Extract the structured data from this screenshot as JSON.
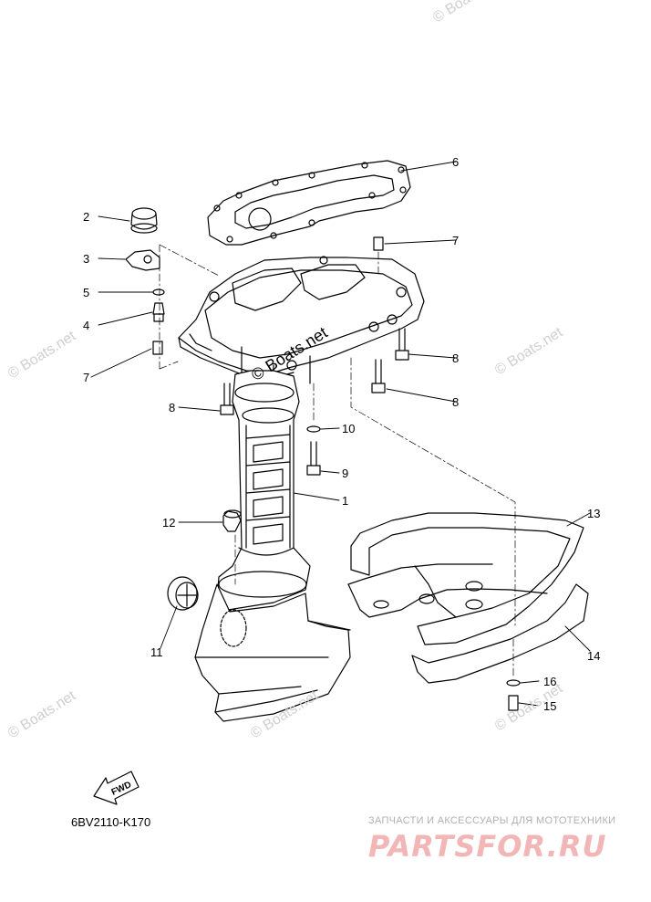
{
  "callouts": {
    "c1": "1",
    "c2": "2",
    "c3": "3",
    "c4": "4",
    "c5": "5",
    "c6": "6",
    "c7a": "7",
    "c7b": "7",
    "c8a": "8",
    "c8b": "8",
    "c8c": "8",
    "c9": "9",
    "c10": "10",
    "c11": "11",
    "c12": "12",
    "c13": "13",
    "c14": "14",
    "c15": "15",
    "c16": "16"
  },
  "diagram_code": "6BV2110-K170",
  "fwd_label": "FWD",
  "watermark": "© Boats.net",
  "shop": {
    "tagline": "ЗАПЧАСТИ И АКСЕССУАРЫ ДЛЯ МОТОТЕХНИКИ",
    "logo": "PARTSFOR.RU"
  },
  "colors": {
    "line": "#000000",
    "watermark": "#cfcfcf",
    "shop_logo": "#f2b6b6"
  }
}
